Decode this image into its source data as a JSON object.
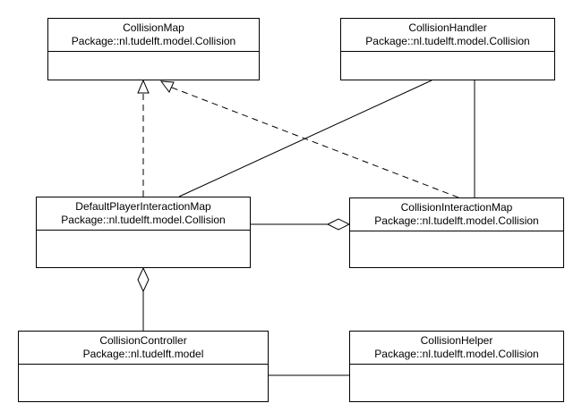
{
  "diagram": {
    "classes": {
      "collision_map": {
        "name": "CollisionMap",
        "package": "Package::nl.tudelft.model.Collision"
      },
      "collision_handler": {
        "name": "CollisionHandler",
        "package": "Package::nl.tudelft.model.Collision"
      },
      "default_player_interaction_map": {
        "name": "DefaultPlayerInteractionMap",
        "package": "Package::nl.tudelft.model.Collision"
      },
      "collision_interaction_map": {
        "name": "CollisionInteractionMap",
        "package": "Package::nl.tudelft.model.Collision"
      },
      "collision_controller": {
        "name": "CollisionController",
        "package": "Package::nl.tudelft.model"
      },
      "collision_helper": {
        "name": "CollisionHelper",
        "package": "Package::nl.tudelft.model.Collision"
      }
    },
    "relations": [
      {
        "from": "default_player_interaction_map",
        "to": "collision_map",
        "type": "realization"
      },
      {
        "from": "collision_interaction_map",
        "to": "collision_map",
        "type": "realization"
      },
      {
        "from": "collision_handler",
        "to": "default_player_interaction_map",
        "type": "association"
      },
      {
        "from": "collision_handler",
        "to": "collision_interaction_map",
        "type": "association"
      },
      {
        "from": "default_player_interaction_map",
        "to": "collision_interaction_map",
        "type": "aggregation"
      },
      {
        "from": "collision_controller",
        "to": "default_player_interaction_map",
        "type": "aggregation"
      },
      {
        "from": "collision_controller",
        "to": "collision_helper",
        "type": "association"
      }
    ],
    "colors": {
      "line": "#000000",
      "fill": "#ffffff"
    }
  }
}
